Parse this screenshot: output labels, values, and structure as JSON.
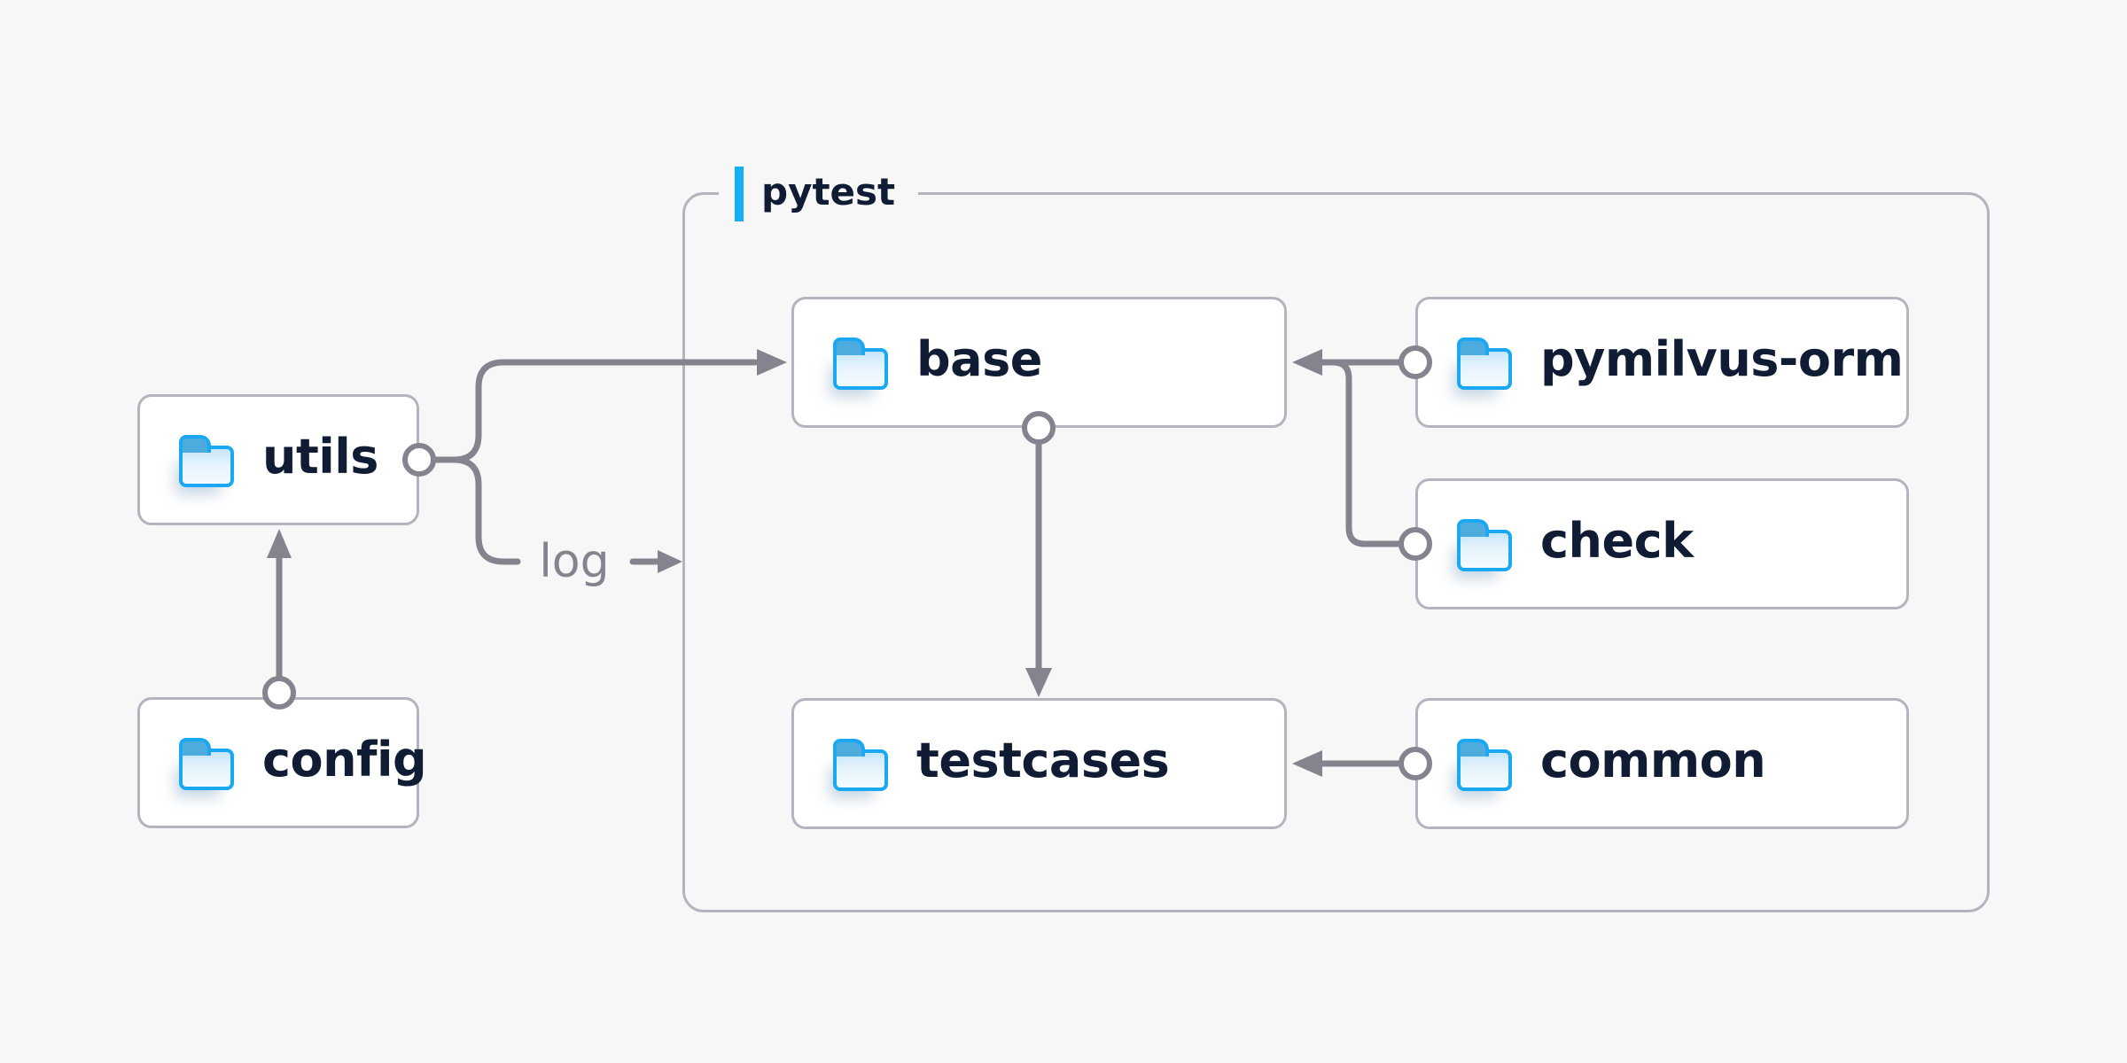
{
  "diagram": {
    "type": "dependency-diagram",
    "group": {
      "label": "pytest"
    },
    "nodes": {
      "utils": {
        "label": "utils"
      },
      "config": {
        "label": "config"
      },
      "base": {
        "label": "base"
      },
      "pymilvus_orm": {
        "label": "pymilvus-orm"
      },
      "check": {
        "label": "check"
      },
      "testcases": {
        "label": "testcases"
      },
      "common": {
        "label": "common"
      }
    },
    "edge_label": {
      "log": "log"
    },
    "edges": [
      {
        "from": "config",
        "to": "utils"
      },
      {
        "from": "utils",
        "to": "base"
      },
      {
        "from": "utils",
        "to": "pytest-group",
        "label": "log"
      },
      {
        "from": "pymilvus-orm",
        "to": "base"
      },
      {
        "from": "check",
        "to": "base"
      },
      {
        "from": "base",
        "to": "testcases"
      },
      {
        "from": "common",
        "to": "testcases"
      }
    ],
    "colors": {
      "background": "#f7f7f8",
      "node_background": "#ffffff",
      "node_border": "#b4b3be",
      "connector": "#84848e",
      "text": "#101c33",
      "accent_bar": "#12b0f4",
      "folder": "#1ba8f2"
    }
  }
}
